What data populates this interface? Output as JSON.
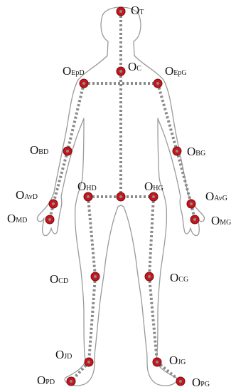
{
  "colors": {
    "outline": "#9a9a9a",
    "link": "#8a8a8a",
    "joint": "#c4161c",
    "joint_ring": "#7a0a0e",
    "joint_center": "#8c8c8c"
  },
  "labels": {
    "ot": {
      "o": "O",
      "sub": "T"
    },
    "oc": {
      "o": "O",
      "sub": "C"
    },
    "oepd": {
      "o": "O",
      "sub": "EpD"
    },
    "oepg": {
      "o": "O",
      "sub": "EpG"
    },
    "obd": {
      "o": "O",
      "sub": "BD"
    },
    "obg": {
      "o": "O",
      "sub": "BG"
    },
    "ohd": {
      "o": "O",
      "sub": "HD"
    },
    "ohg": {
      "o": "O",
      "sub": "HG"
    },
    "oavd": {
      "o": "O",
      "sub": "AvD"
    },
    "oavg": {
      "o": "O",
      "sub": "AvG"
    },
    "omd": {
      "o": "O",
      "sub": "MD"
    },
    "omg": {
      "o": "O",
      "sub": "MG"
    },
    "ocd": {
      "o": "O",
      "sub": "CD"
    },
    "ocg": {
      "o": "O",
      "sub": "CG"
    },
    "ojd": {
      "o": "O",
      "sub": "JD"
    },
    "ojg": {
      "o": "O",
      "sub": "JG"
    },
    "opd": {
      "o": "O",
      "sub": "PD"
    },
    "opg": {
      "o": "O",
      "sub": "PG"
    }
  }
}
